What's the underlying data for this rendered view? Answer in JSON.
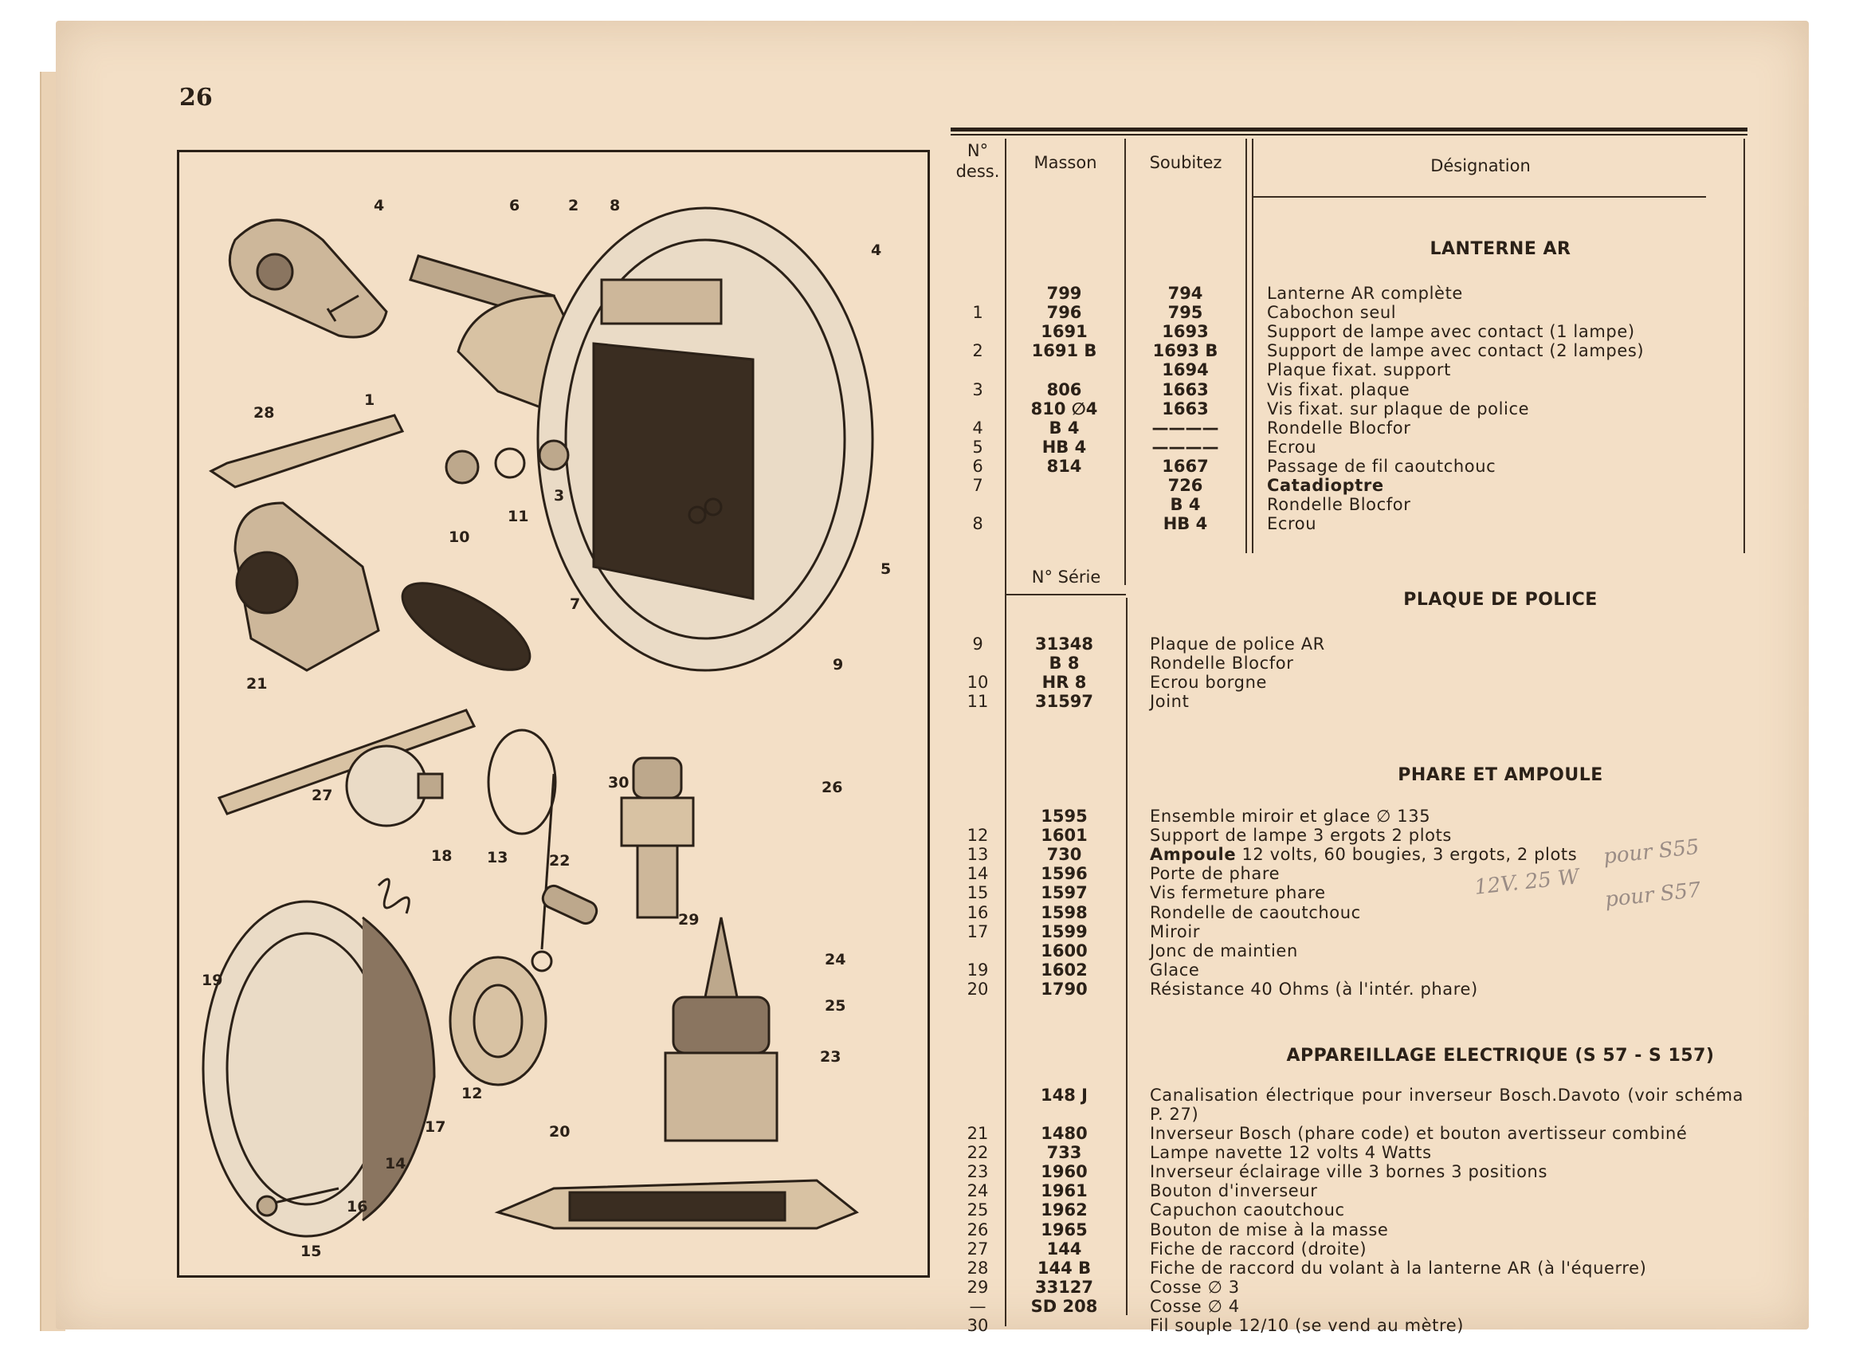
{
  "page_number": "26",
  "figure": {
    "callouts": [
      "4",
      "6",
      "2",
      "8",
      "4",
      "28",
      "1",
      "10",
      "11",
      "3",
      "5",
      "7",
      "21",
      "9",
      "27",
      "30",
      "26",
      "18",
      "13",
      "22",
      "29",
      "19",
      "24",
      "25",
      "23",
      "12",
      "17",
      "20",
      "14",
      "16",
      "15"
    ]
  },
  "table": {
    "headers": {
      "ndess_line1": "N°",
      "ndess_line2": "dess.",
      "masson": "Masson",
      "soubitez": "Soubitez",
      "designation": "Désignation",
      "serie": "N° Série"
    },
    "sections": [
      {
        "title": "LANTERNE AR",
        "rows": [
          {
            "dess": "",
            "masson": "799",
            "soubitez": "794",
            "designation": "Lanterne AR complète"
          },
          {
            "dess": "1",
            "masson": "796",
            "soubitez": "795",
            "designation": "Cabochon seul"
          },
          {
            "dess": "",
            "masson": "1691",
            "soubitez": "1693",
            "designation": "Support de lampe avec contact (1 lampe)"
          },
          {
            "dess": "2",
            "masson": "1691 B",
            "soubitez": "1693 B",
            "designation": "Support de lampe avec contact (2 lampes)"
          },
          {
            "dess": "",
            "masson": "",
            "soubitez": "1694",
            "designation": "Plaque fixat. support"
          },
          {
            "dess": "3",
            "masson": "806",
            "soubitez": "1663",
            "designation": "Vis fixat. plaque"
          },
          {
            "dess": "",
            "masson": "810 ∅4",
            "soubitez": "1663",
            "designation": "Vis fixat. sur plaque de police"
          },
          {
            "dess": "4",
            "masson": "B 4",
            "soubitez": "————",
            "designation": "Rondelle Blocfor"
          },
          {
            "dess": "5",
            "masson": "HB 4",
            "soubitez": "————",
            "designation": "Ecrou"
          },
          {
            "dess": "6",
            "masson": "814",
            "soubitez": "1667",
            "designation": "Passage de fil caoutchouc"
          },
          {
            "dess": "7",
            "masson": "",
            "soubitez": "726",
            "designation": "Catadioptre"
          },
          {
            "dess": "",
            "masson": "",
            "soubitez": "B 4",
            "designation": "Rondelle Blocfor"
          },
          {
            "dess": "8",
            "masson": "",
            "soubitez": "HB 4",
            "designation": "Ecrou"
          }
        ]
      },
      {
        "title": "PLAQUE DE POLICE",
        "rows": [
          {
            "dess": "9",
            "serie": "31348",
            "designation": "Plaque de police AR"
          },
          {
            "dess": "",
            "serie": "B 8",
            "designation": "Rondelle Blocfor"
          },
          {
            "dess": "10",
            "serie": "HR 8",
            "designation": "Ecrou borgne"
          },
          {
            "dess": "11",
            "serie": "31597",
            "designation": "Joint"
          }
        ]
      },
      {
        "title": "PHARE ET AMPOULE",
        "rows": [
          {
            "dess": "",
            "serie": "1595",
            "designation": "Ensemble miroir et glace ∅ 135"
          },
          {
            "dess": "12",
            "serie": "1601",
            "designation": "Support de lampe 3 ergots 2 plots"
          },
          {
            "dess": "13",
            "serie": "730",
            "designation_bold": "Ampoule",
            "designation": " 12 volts, 60 bougies, 3 ergots, 2 plots"
          },
          {
            "dess": "14",
            "serie": "1596",
            "designation": "Porte de phare"
          },
          {
            "dess": "15",
            "serie": "1597",
            "designation": "Vis fermeture phare"
          },
          {
            "dess": "16",
            "serie": "1598",
            "designation": "Rondelle de caoutchouc"
          },
          {
            "dess": "17",
            "serie": "1599",
            "designation": "Miroir"
          },
          {
            "dess": "",
            "serie": "1600",
            "designation": "Jonc de maintien"
          },
          {
            "dess": "19",
            "serie": "1602",
            "designation": "Glace"
          },
          {
            "dess": "20",
            "serie": "1790",
            "designation": "Résistance 40 Ohms (à l'intér. phare)"
          }
        ]
      },
      {
        "title": "APPAREILLAGE ELECTRIQUE (S 57 - S 157)",
        "rows": [
          {
            "dess": "",
            "serie": "148 J",
            "designation": "Canalisation électrique pour inverseur Bosch.Davoto (voir schéma P. 27)",
            "wrap": true
          },
          {
            "dess": "21",
            "serie": "1480",
            "designation": "Inverseur Bosch (phare code) et bouton avertisseur combiné"
          },
          {
            "dess": "22",
            "serie": "733",
            "designation": "Lampe navette 12 volts 4 Watts"
          },
          {
            "dess": "23",
            "serie": "1960",
            "designation": "Inverseur éclairage ville 3 bornes 3 positions"
          },
          {
            "dess": "24",
            "serie": "1961",
            "designation": "Bouton d'inverseur"
          },
          {
            "dess": "25",
            "serie": "1962",
            "designation": "Capuchon caoutchouc"
          },
          {
            "dess": "26",
            "serie": "1965",
            "designation": "Bouton de mise à la masse"
          },
          {
            "dess": "27",
            "serie": "144",
            "designation": "Fiche de raccord (droite)"
          },
          {
            "dess": "28",
            "serie": "144 B",
            "designation": "Fiche de raccord du volant à la lanterne AR (à l'équerre)"
          },
          {
            "dess": "29",
            "serie": "33127",
            "designation": "Cosse ∅ 3"
          },
          {
            "dess": "—",
            "serie": "SD 208",
            "designation": "Cosse ∅ 4"
          },
          {
            "dess": "30",
            "serie": "",
            "designation": "Fil souple 12/10 (se vend au mètre)"
          }
        ]
      }
    ]
  },
  "handwritten": [
    "pour S55",
    "12V. 25 W",
    "pour S57"
  ]
}
